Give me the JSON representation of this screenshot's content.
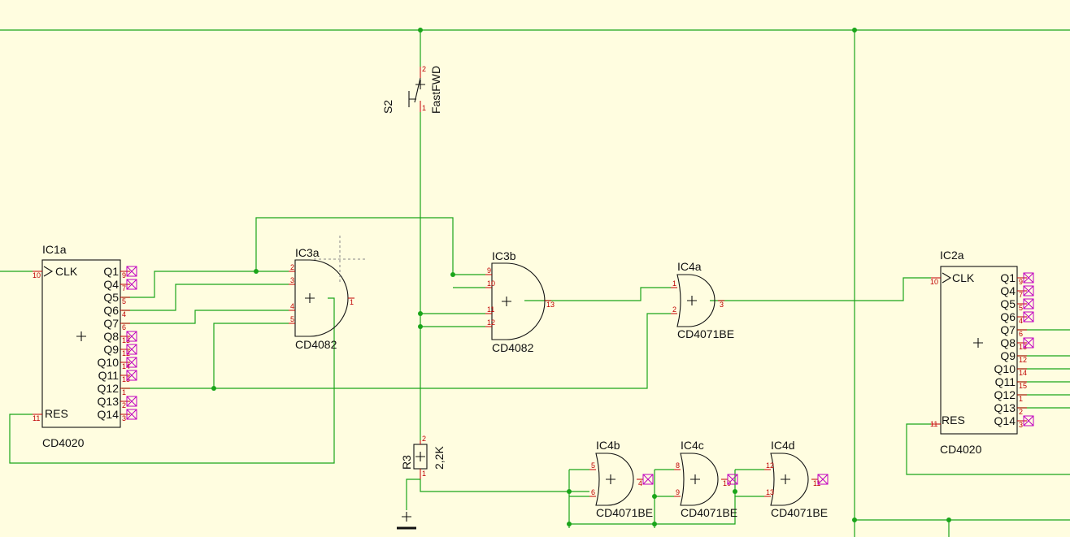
{
  "colors": {
    "background": "#fffde0",
    "wire": "#1aa51a",
    "component": "#111111",
    "pin_number": "#c00000",
    "no_connect": "#c000c0"
  },
  "components": {
    "ic1a": {
      "ref": "IC1a",
      "value": "CD4020",
      "left_pins": [
        {
          "name": "CLK",
          "num": "10"
        },
        {
          "name": "RES",
          "num": "11"
        }
      ],
      "right_pins": [
        {
          "name": "Q1",
          "num": "9",
          "nc": true
        },
        {
          "name": "Q4",
          "num": "7",
          "nc": true
        },
        {
          "name": "Q5",
          "num": "5",
          "nc": false
        },
        {
          "name": "Q6",
          "num": "4",
          "nc": false
        },
        {
          "name": "Q7",
          "num": "6",
          "nc": false
        },
        {
          "name": "Q8",
          "num": "13",
          "nc": true
        },
        {
          "name": "Q9",
          "num": "12",
          "nc": true
        },
        {
          "name": "Q10",
          "num": "14",
          "nc": true
        },
        {
          "name": "Q11",
          "num": "15",
          "nc": true
        },
        {
          "name": "Q12",
          "num": "1",
          "nc": false
        },
        {
          "name": "Q13",
          "num": "2",
          "nc": true
        },
        {
          "name": "Q14",
          "num": "3",
          "nc": true
        }
      ]
    },
    "ic2a": {
      "ref": "IC2a",
      "value": "CD4020",
      "left_pins": [
        {
          "name": "CLK",
          "num": "10"
        },
        {
          "name": "RES",
          "num": "11"
        }
      ],
      "right_pins": [
        {
          "name": "Q1",
          "num": "9",
          "nc": true
        },
        {
          "name": "Q4",
          "num": "7",
          "nc": true
        },
        {
          "name": "Q5",
          "num": "5",
          "nc": true
        },
        {
          "name": "Q6",
          "num": "4",
          "nc": true
        },
        {
          "name": "Q7",
          "num": "6",
          "nc": false
        },
        {
          "name": "Q8",
          "num": "13",
          "nc": true
        },
        {
          "name": "Q9",
          "num": "12",
          "nc": false
        },
        {
          "name": "Q10",
          "num": "14",
          "nc": false
        },
        {
          "name": "Q11",
          "num": "15",
          "nc": false
        },
        {
          "name": "Q12",
          "num": "1",
          "nc": false
        },
        {
          "name": "Q13",
          "num": "2",
          "nc": false
        },
        {
          "name": "Q14",
          "num": "3",
          "nc": true
        }
      ]
    },
    "ic3a": {
      "ref": "IC3a",
      "value": "CD4082",
      "inputs": [
        "2",
        "3",
        "4",
        "5"
      ],
      "output": "1"
    },
    "ic3b": {
      "ref": "IC3b",
      "value": "CD4082",
      "inputs": [
        "9",
        "10",
        "11",
        "12"
      ],
      "output": "13"
    },
    "ic4a": {
      "ref": "IC4a",
      "value": "CD4071BE",
      "inputs": [
        "1",
        "2"
      ],
      "output": "3"
    },
    "ic4b": {
      "ref": "IC4b",
      "value": "CD4071BE",
      "inputs": [
        "5",
        "6"
      ],
      "output": "4"
    },
    "ic4c": {
      "ref": "IC4c",
      "value": "CD4071BE",
      "inputs": [
        "8",
        "9"
      ],
      "output": "10"
    },
    "ic4d": {
      "ref": "IC4d",
      "value": "CD4071BE",
      "inputs": [
        "12",
        "13"
      ],
      "output": "11"
    },
    "s2": {
      "ref": "S2",
      "value": "FastFWD",
      "pins": [
        "2",
        "1"
      ]
    },
    "r3": {
      "ref": "R3",
      "value": "2,2K",
      "pins": [
        "2",
        "1"
      ]
    }
  }
}
